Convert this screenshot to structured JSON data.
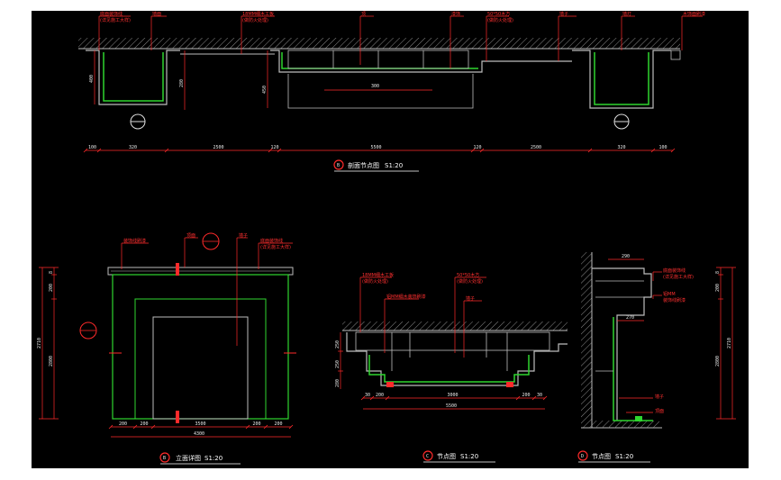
{
  "colors": {
    "background": "#000000",
    "leader": "#ff2a2a",
    "structure": "#bdbdbd",
    "finish": "#2fd62f",
    "hatch": "#8a8a8a",
    "dimension": "#ff2a2a",
    "text": "#ffffff"
  },
  "section_a": {
    "title": "剖面节点图",
    "scale": "S1:20",
    "marker": "B",
    "labels": [
      "底面装饰线",
      "(详见施工大样)",
      "墙面",
      "18MM细木工板",
      "(做防火处理)",
      "顶",
      "漆饰",
      "50*50木方",
      "(做防火处理)",
      "墙子",
      "墙灯",
      "木饰面刷漆"
    ],
    "dims_bottom": [
      "100",
      "320",
      "2500",
      "120",
      "5500",
      "120",
      "2500",
      "320",
      "100"
    ],
    "dims_vertical": [
      "400",
      "280",
      "450"
    ],
    "dim_inner": "300"
  },
  "section_b": {
    "title": "立面详图",
    "scale": "S1:20",
    "marker": "B",
    "labels": [
      "装饰线刷漆",
      "顶面",
      "墙子",
      "底面装饰线",
      "(详见施工大样)"
    ],
    "dims_bottom": [
      "200",
      "200",
      "3500",
      "200",
      "200"
    ],
    "dim_total": "4300",
    "dims_left": [
      "8",
      "200",
      "2710",
      "2800"
    ]
  },
  "section_c": {
    "title": "节点图",
    "scale": "S1:20",
    "marker": "C",
    "labels": [
      "18MM细木工板",
      "(做防火处理)",
      "50*50木方",
      "(做防火处理)",
      "铝MM细木装饰刷漆",
      "墙子"
    ],
    "dims_bottom": [
      "30",
      "200",
      "3000",
      "200",
      "30"
    ],
    "dim_total": "5500",
    "dims_left": [
      "250",
      "250",
      "280"
    ]
  },
  "section_d": {
    "title": "节点图",
    "scale": "S1:20",
    "marker": "D",
    "labels": [
      "底面装饰线",
      "(详见施工大样)",
      "铝MM",
      "装饰线刷漆",
      "墙子",
      "顶面"
    ],
    "dims_top": [
      "290"
    ],
    "dims_mid": [
      "270"
    ],
    "dims_right": [
      "8",
      "200",
      "2710",
      "2800"
    ]
  }
}
